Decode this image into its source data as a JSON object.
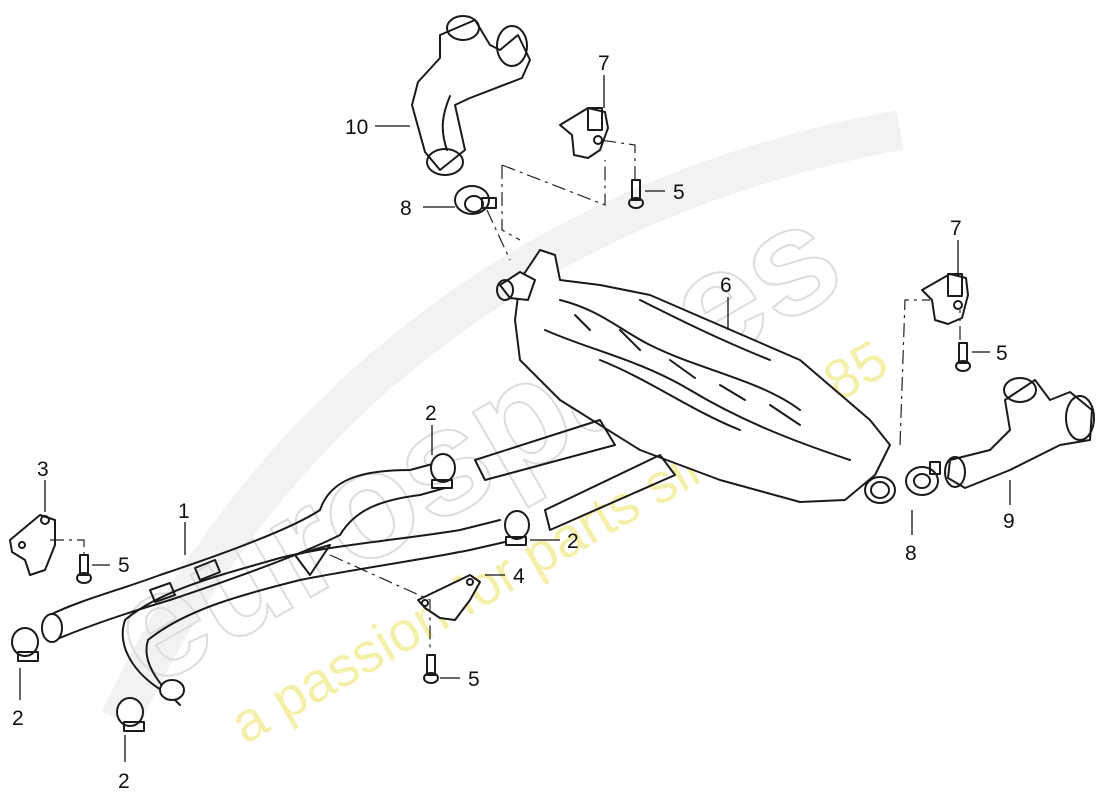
{
  "watermark": {
    "brand": "eurospares",
    "tagline": "a passion for parts since 1985"
  },
  "callouts": [
    {
      "id": "c10",
      "label": "10"
    },
    {
      "id": "c7a",
      "label": "7"
    },
    {
      "id": "c5a",
      "label": "5"
    },
    {
      "id": "c8a",
      "label": "8"
    },
    {
      "id": "c7b",
      "label": "7"
    },
    {
      "id": "c6",
      "label": "6"
    },
    {
      "id": "c5b",
      "label": "5"
    },
    {
      "id": "c2a",
      "label": "2"
    },
    {
      "id": "c3",
      "label": "3"
    },
    {
      "id": "c1",
      "label": "1"
    },
    {
      "id": "c5c",
      "label": "5"
    },
    {
      "id": "c2b",
      "label": "2"
    },
    {
      "id": "c4",
      "label": "4"
    },
    {
      "id": "c8b",
      "label": "8"
    },
    {
      "id": "c9",
      "label": "9"
    },
    {
      "id": "c2c",
      "label": "2"
    },
    {
      "id": "c5d",
      "label": "5"
    },
    {
      "id": "c2d",
      "label": "2"
    }
  ]
}
